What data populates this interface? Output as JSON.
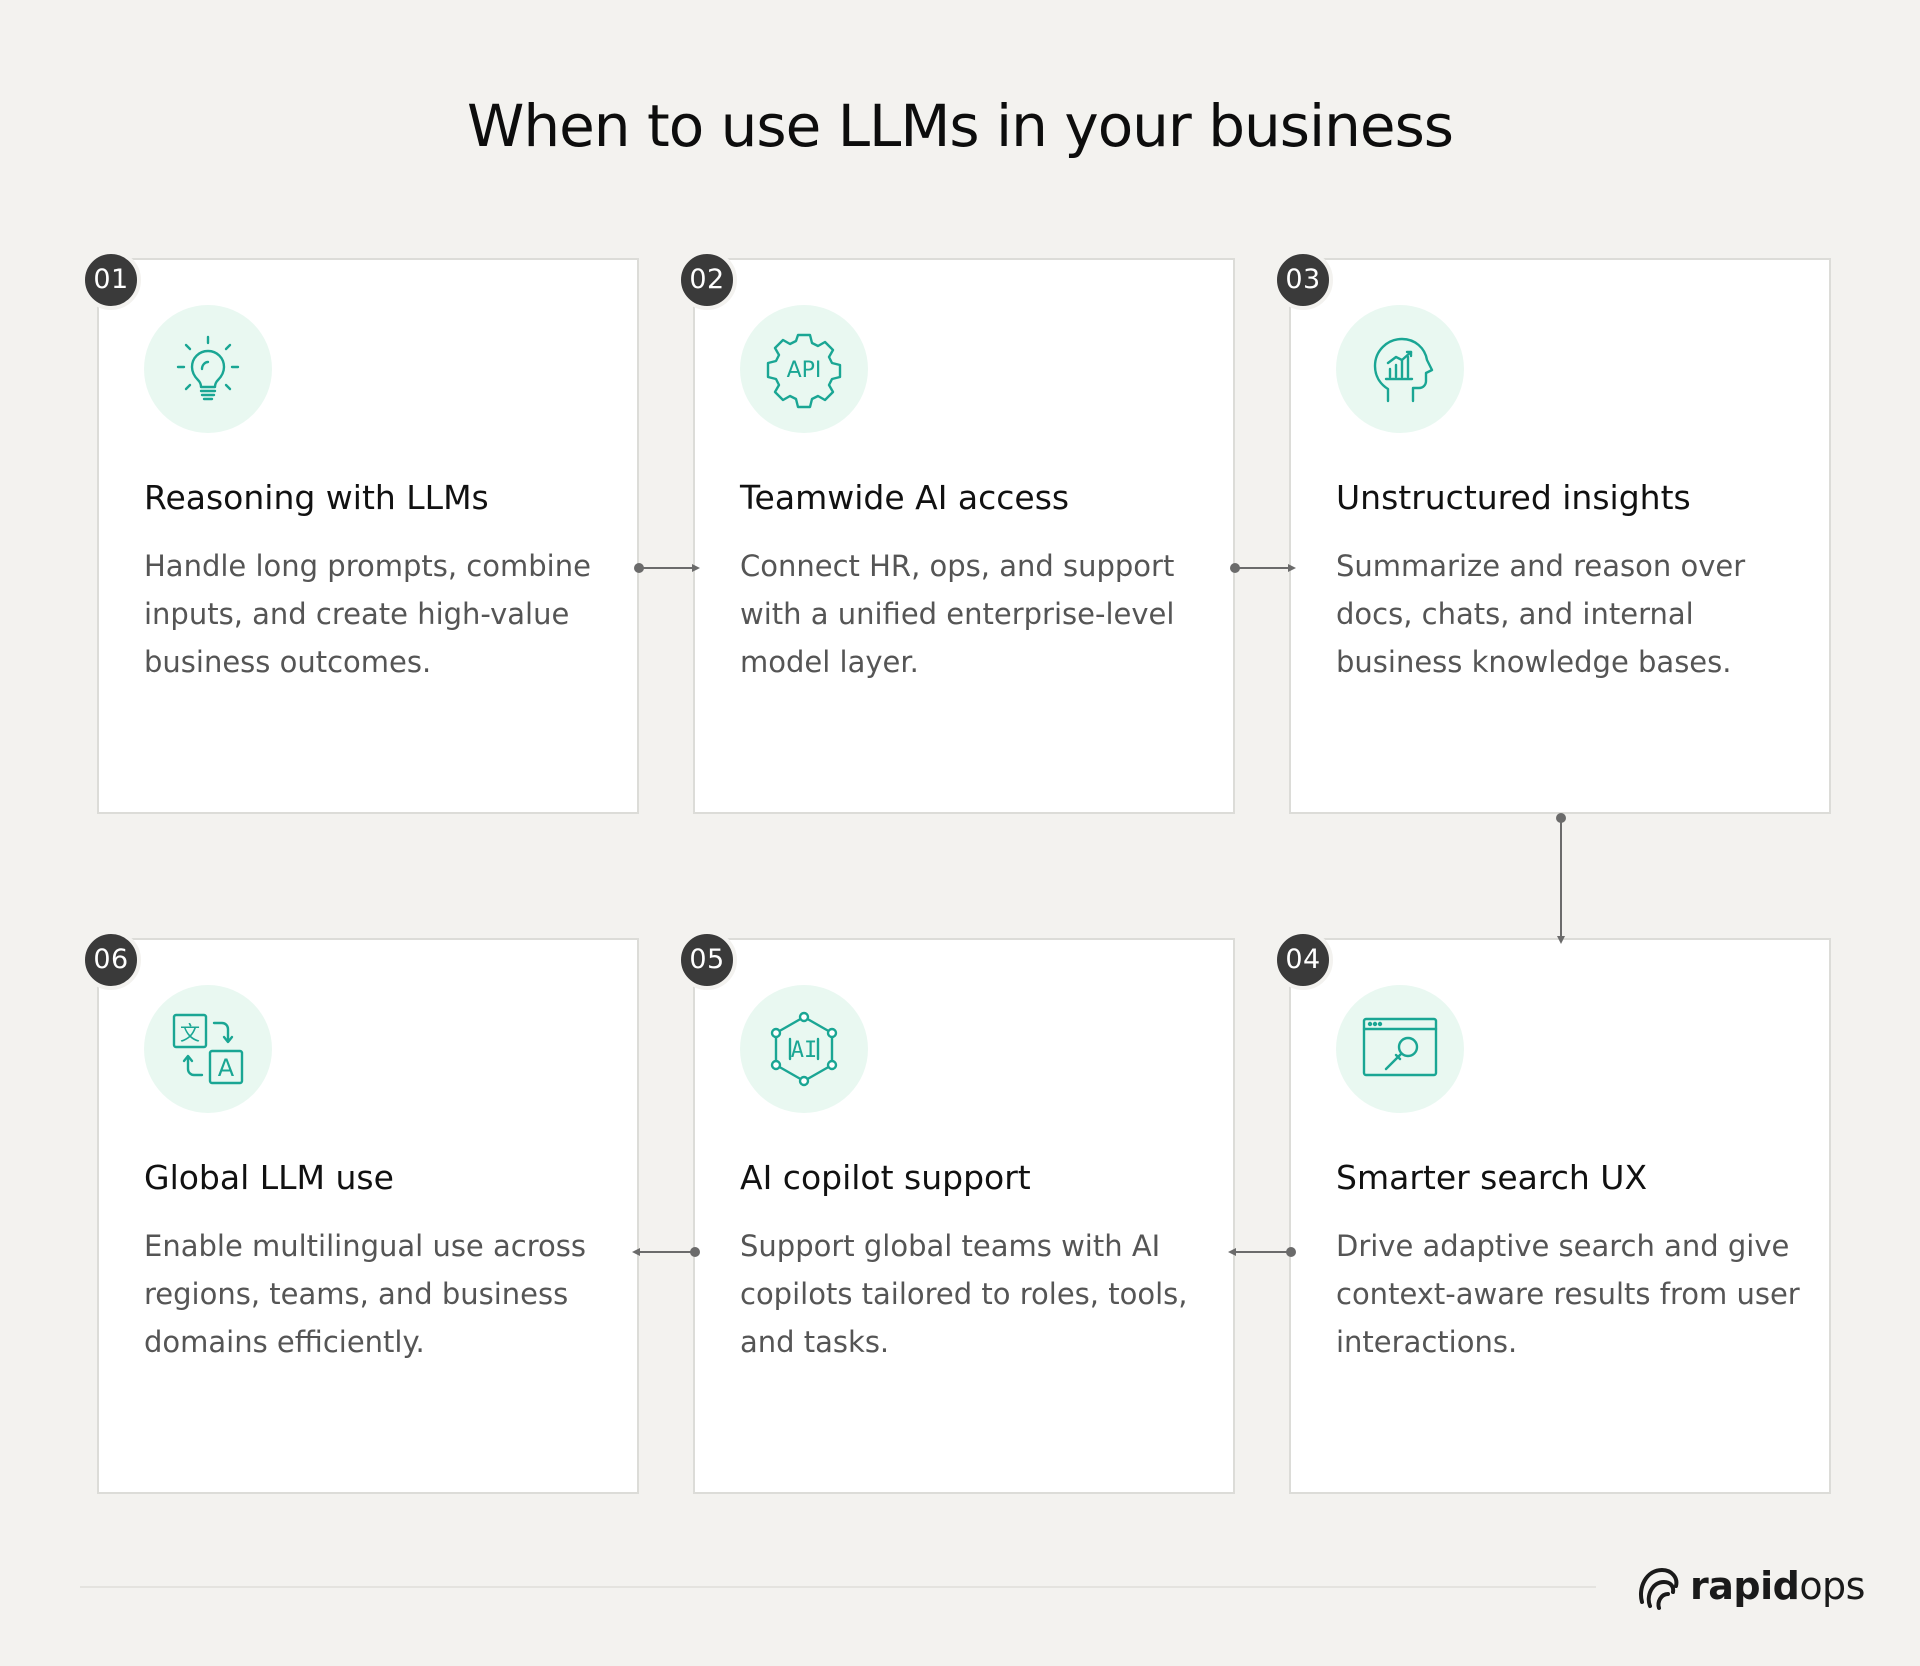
{
  "page": {
    "title": "When to use LLMs in your business"
  },
  "colors": {
    "background": "#f3f2ef",
    "card": "#ffffff",
    "badge": "#3a3a3a",
    "icon_bg": "#e9f8f1",
    "icon_stroke": "#1aa694",
    "connector": "#6b6b6b"
  },
  "steps": [
    {
      "number": "01",
      "title": "Reasoning with LLMs",
      "description": "Handle long prompts, combine inputs, and create high-value business outcomes.",
      "icon": "lightbulb-icon"
    },
    {
      "number": "02",
      "title": "Teamwide AI access",
      "description": "Connect HR, ops, and support with a unified enterprise-level model layer.",
      "icon": "api-gear-icon",
      "icon_text": "API"
    },
    {
      "number": "03",
      "title": "Unstructured insights",
      "description": "Summarize and reason over docs, chats, and internal business knowledge bases.",
      "icon": "head-chart-icon"
    },
    {
      "number": "04",
      "title": "Smarter search UX",
      "description": "Drive adaptive search and give context-aware results from user interactions.",
      "icon": "browser-search-icon"
    },
    {
      "number": "05",
      "title": "AI copilot support",
      "description": "Support global teams with AI copilots tailored to roles, tools, and tasks.",
      "icon": "ai-hexagon-icon",
      "icon_text": "AI"
    },
    {
      "number": "06",
      "title": "Global LLM use",
      "description": "Enable multilingual use across regions, teams, and business domains efficiently.",
      "icon": "translate-icon",
      "icon_glyph_a": "文",
      "icon_glyph_b": "A"
    }
  ],
  "footer": {
    "logo_bold": "rapid",
    "logo_light": "ops",
    "logo_icon": "rapidops-swirl-icon"
  }
}
